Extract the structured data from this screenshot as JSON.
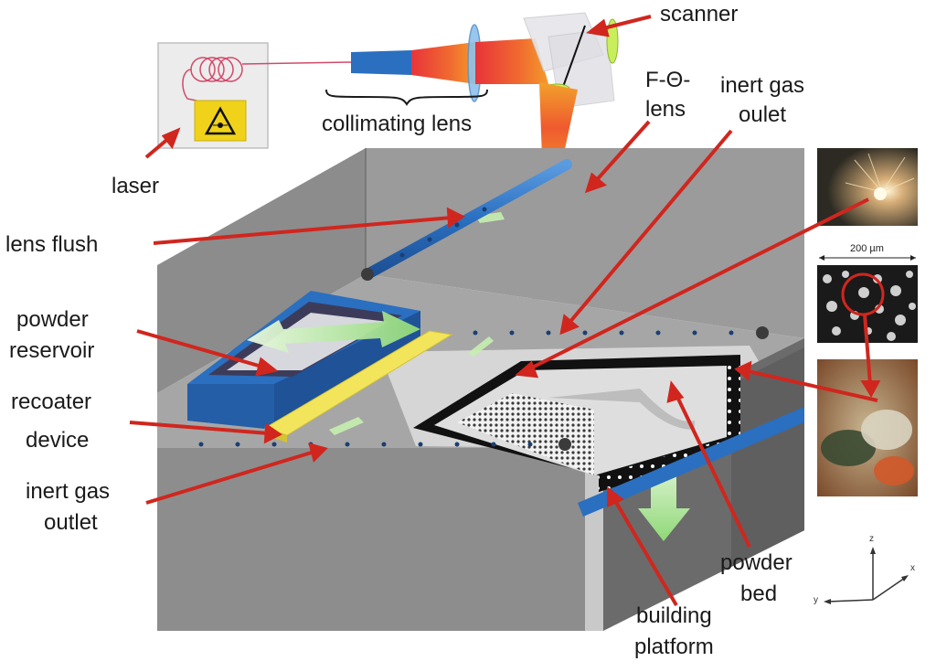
{
  "labels": {
    "scanner": "scanner",
    "f_theta_1": "F-Θ-",
    "f_theta_2": "lens",
    "inert_gas_oulet_1": "inert gas",
    "inert_gas_oulet_2": "oulet",
    "collimating_lens": "collimating lens",
    "laser": "laser",
    "lens_flush": "lens flush",
    "powder_reservoir_1": "powder",
    "powder_reservoir_2": "reservoir",
    "recoater_1": "recoater",
    "recoater_2": "device",
    "inert_gas_outlet_1": "inert gas",
    "inert_gas_outlet_2": "outlet",
    "powder_bed_1": "powder",
    "powder_bed_2": "bed",
    "building_platform_1": "building",
    "building_platform_2": "platform"
  },
  "scale_bar": "200 µm",
  "axes": {
    "z": "z",
    "x": "x",
    "y": "y"
  },
  "colors": {
    "arrow": "#d0261e",
    "chamber": "#8f8f8f",
    "chamber_dark": "#6e6e6e",
    "blue": "#2a6fc0",
    "recoater": "#f2e55c",
    "powder_bed": "#d8d8d8",
    "flow_arrow": "#9fe08a"
  },
  "icons": [
    "laser-warning-icon",
    "fiber-coil-icon",
    "axis-triad-icon"
  ]
}
